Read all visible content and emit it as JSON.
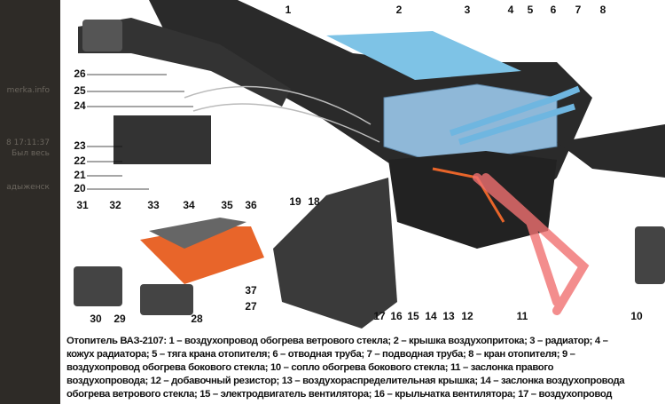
{
  "sidebar": {
    "lines": [
      "merka.info",
      "8 17:11:37",
      "Был весь",
      "адыженск"
    ]
  },
  "figure": {
    "labels": [
      "1",
      "2",
      "3",
      "4",
      "5",
      "6",
      "7",
      "8",
      "10",
      "11",
      "12",
      "13",
      "14",
      "15",
      "16",
      "17",
      "18",
      "19",
      "20",
      "21",
      "22",
      "23",
      "24",
      "25",
      "26",
      "27",
      "28",
      "29",
      "30",
      "31",
      "32",
      "33",
      "34",
      "35",
      "36",
      "37"
    ],
    "caption_lines": [
      "Отопитель ВАЗ-2107: 1 – воздухопровод обогрева ветрового стекла; 2 – крышка воздухопритока; 3 – радиатор; 4 –",
      "кожух радиатора; 5 – тяга крана отопителя; 6 – отводная труба; 7 – подводная труба; 8 – кран отопителя; 9 –",
      "воздухопровод обогрева бокового стекла; 10 – сопло обогрева бокового стекла; 11 – заслонка правого",
      "воздухопровода; 12 – добавочный резистор; 13 – воздухораспределительная крышка; 14 – заслонка воздухопровода",
      "обогрева ветрового стекла; 15 – электродвигатель вентилятора; 16 – крыльчатка вентилятора; 17 – воздухопровод"
    ]
  },
  "colors": {
    "sidebar": "#2e2b27",
    "radiator": "#8fb8d8",
    "cover": "#7ec3e6",
    "accent": "#e8652a",
    "annotation": "#f07070"
  }
}
